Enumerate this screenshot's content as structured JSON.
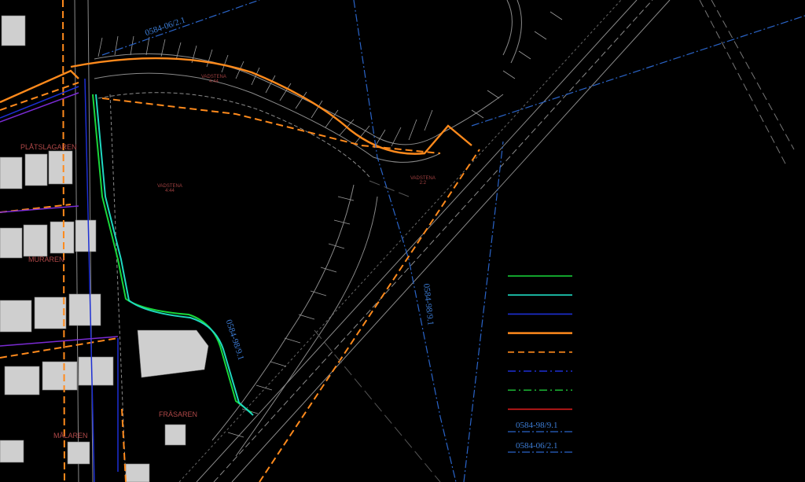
{
  "map": {
    "district_labels": [
      "PLÅTSLAGAREN",
      "MURAREN",
      "FRÄSAREN",
      "MÅLAREN"
    ],
    "parcel_labels": [
      {
        "name": "VADSTENA",
        "num": "4:44"
      },
      {
        "name": "VADSTENA",
        "num": "4:44"
      },
      {
        "name": "VADSTENA",
        "num": "2:2"
      }
    ],
    "plan_refs": [
      "0584-06/2.1",
      "0584-98/9.1",
      "0584-98/9.1"
    ]
  },
  "legend": {
    "items": [
      {
        "color": "#19d73a",
        "style": "solid"
      },
      {
        "color": "#1fd8c0",
        "style": "solid"
      },
      {
        "color": "#1d2fd4",
        "style": "solid"
      },
      {
        "color": "#ff8a1c",
        "style": "solid"
      },
      {
        "color": "#ff8a1c",
        "style": "dashed"
      },
      {
        "color": "#1d2fd4",
        "style": "dashdot"
      },
      {
        "color": "#19a830",
        "style": "dashdot"
      },
      {
        "color": "#d81c1c",
        "style": "solid"
      }
    ],
    "refs": [
      "0584-98/9.1",
      "0584-06/2.1"
    ]
  }
}
